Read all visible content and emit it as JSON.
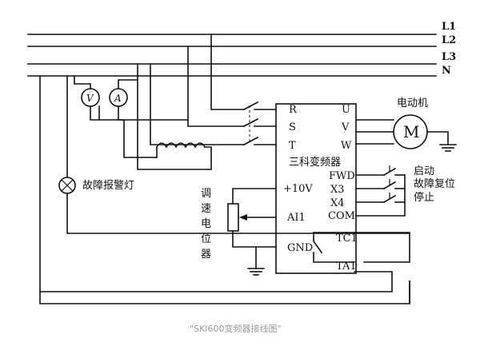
{
  "lines": {
    "l1": "L1",
    "l2": "L2",
    "l3": "L3",
    "n": "N"
  },
  "meters": {
    "voltmeter": "V",
    "ammeter": "A"
  },
  "inputs": {
    "r": "R",
    "s": "S",
    "t": "T"
  },
  "outputs": {
    "u": "U",
    "v": "V",
    "w": "W"
  },
  "inverter": {
    "name": "三科变频器",
    "fwd": "FWD",
    "x3": "X3",
    "x4": "X4",
    "com": "COM",
    "ten_v": "+10V",
    "ai1": "AI1",
    "gnd": "GND",
    "tc1": "TC1",
    "ta1": "TA1"
  },
  "motor": {
    "title": "电动机",
    "symbol": "M"
  },
  "switches": {
    "start": "启动",
    "fault_reset": "故障复位",
    "stop": "停止"
  },
  "lamp": {
    "label": "故障报警灯"
  },
  "pot": {
    "label_chars": [
      "调",
      "速",
      "电",
      "位",
      "器"
    ]
  },
  "caption": "\"SKI600变频器接线图\""
}
